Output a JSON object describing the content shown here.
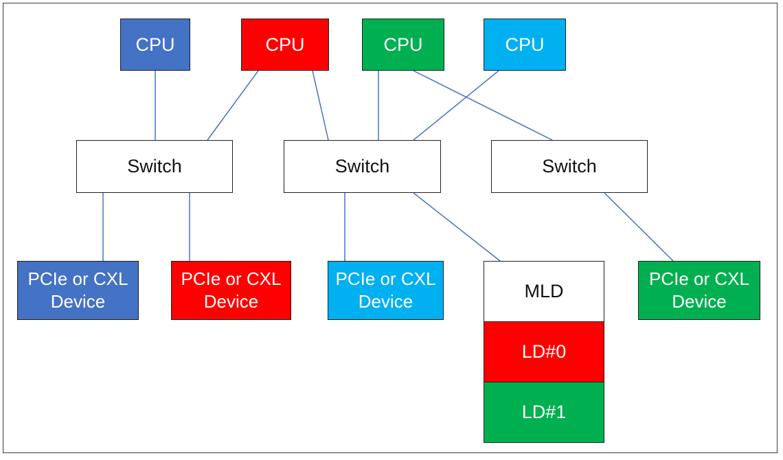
{
  "colors": {
    "blue": "#4472C4",
    "red": "#FF0000",
    "green": "#00B050",
    "light_blue": "#00B0F0",
    "link": "#4472C4",
    "border": "#1f1f1f"
  },
  "cpus": [
    {
      "label": "CPU",
      "color": "#4472C4"
    },
    {
      "label": "CPU",
      "color": "#FF0000"
    },
    {
      "label": "CPU",
      "color": "#00B050"
    },
    {
      "label": "CPU",
      "color": "#00B0F0"
    }
  ],
  "switches": [
    {
      "label": "Switch"
    },
    {
      "label": "Switch"
    },
    {
      "label": "Switch"
    }
  ],
  "devices": [
    {
      "label": "PCIe or CXL\nDevice",
      "color": "#4472C4"
    },
    {
      "label": "PCIe or CXL\nDevice",
      "color": "#FF0000"
    },
    {
      "label": "PCIe or CXL\nDevice",
      "color": "#00B0F0"
    },
    {
      "label": "PCIe or CXL\nDevice",
      "color": "#00B050"
    }
  ],
  "mld": {
    "label": "MLD",
    "logical_devices": [
      {
        "label": "LD#0",
        "color": "#FF0000"
      },
      {
        "label": "LD#1",
        "color": "#00B050"
      }
    ]
  }
}
